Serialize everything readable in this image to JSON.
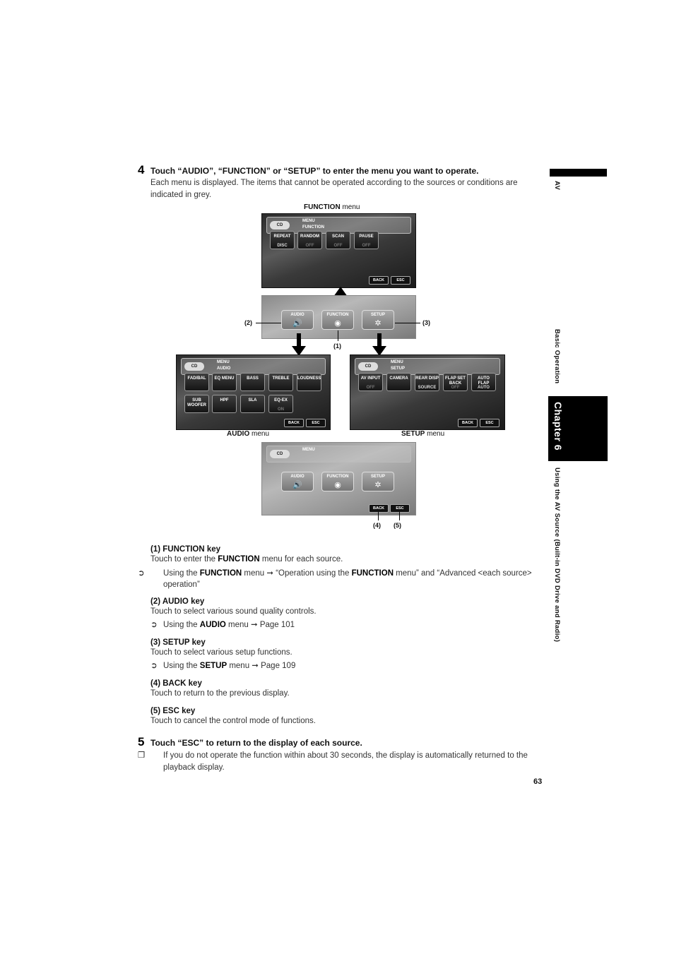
{
  "side": {
    "section": "AV",
    "subsection": "Basic Operation",
    "chapter": "Chapter 6",
    "title": "Using the AV Source (Built-in DVD Drive and Radio)"
  },
  "step4": {
    "number": "4",
    "heading": "Touch “AUDIO”, “FUNCTION” or “SETUP” to enter the menu you want to operate.",
    "body": "Each menu is displayed. The items that cannot be operated according to the sources or conditions are indicated in grey."
  },
  "diagram": {
    "function_caption_bold": "FUNCTION",
    "function_caption_rest": " menu",
    "audio_caption_bold": "AUDIO",
    "audio_caption_rest": " menu",
    "setup_caption_bold": "SETUP",
    "setup_caption_rest": " menu",
    "callouts": [
      "(1)",
      "(2)",
      "(3)",
      "(4)",
      "(5)"
    ],
    "cd": "CD",
    "menu": "MENU",
    "function_screen": {
      "sub": "FUNCTION",
      "keys": [
        "REPEAT",
        "RANDOM",
        "SCAN",
        "PAUSE"
      ],
      "values": [
        "DISC",
        "OFF",
        "OFF",
        "OFF"
      ],
      "back": "BACK",
      "esc": "ESC"
    },
    "main_screen": {
      "keys": [
        "AUDIO",
        "FUNCTION",
        "SETUP"
      ]
    },
    "audio_screen": {
      "sub": "AUDIO",
      "row1": [
        "FAD/BAL",
        "EQ MENU",
        "BASS",
        "TREBLE",
        "LOUDNESS"
      ],
      "row2": [
        "SUB WOOFER",
        "HPF",
        "SLA",
        "EQ-EX"
      ],
      "row2_values": [
        "",
        "",
        "",
        "ON"
      ],
      "back": "BACK",
      "esc": "ESC"
    },
    "setup_screen": {
      "sub": "SETUP",
      "keys": [
        "AV INPUT",
        "CAMERA",
        "REAR DISP",
        "FLAP SET BACK",
        "AUTO FLAP"
      ],
      "values": [
        "OFF",
        "",
        "SOURCE",
        "OFF",
        "AUTO"
      ],
      "back": "BACK",
      "esc": "ESC"
    }
  },
  "keys": [
    {
      "head": "(1) FUNCTION key",
      "desc_pre": "Touch to enter the ",
      "desc_bold": "FUNCTION",
      "desc_post": " menu for each source.",
      "ref_pre": "Using the ",
      "ref_bold": "FUNCTION",
      "ref_mid": " menu ➞ “Operation using the ",
      "ref_bold2": "FUNCTION",
      "ref_post": " menu” and “Advanced <each source> operation”"
    },
    {
      "head": "(2) AUDIO key",
      "desc": "Touch to select various sound quality controls.",
      "ref_pre": "Using the ",
      "ref_bold": "AUDIO",
      "ref_post": " menu ➞ Page 101"
    },
    {
      "head": "(3) SETUP key",
      "desc": "Touch to select various setup functions.",
      "ref_pre": "Using the ",
      "ref_bold": "SETUP",
      "ref_post": " menu ➞ Page 109"
    },
    {
      "head": "(4) BACK key",
      "desc": "Touch to return to the previous display."
    },
    {
      "head": "(5) ESC key",
      "desc": "Touch to cancel the control mode of functions."
    }
  ],
  "step5": {
    "number": "5",
    "heading": "Touch “ESC” to return to the display of each source.",
    "note": "If you do not operate the function within about 30 seconds, the display is automatically returned to the playback display."
  },
  "page_number": "63",
  "bullet_glyph": "➲",
  "note_glyph": "❒"
}
